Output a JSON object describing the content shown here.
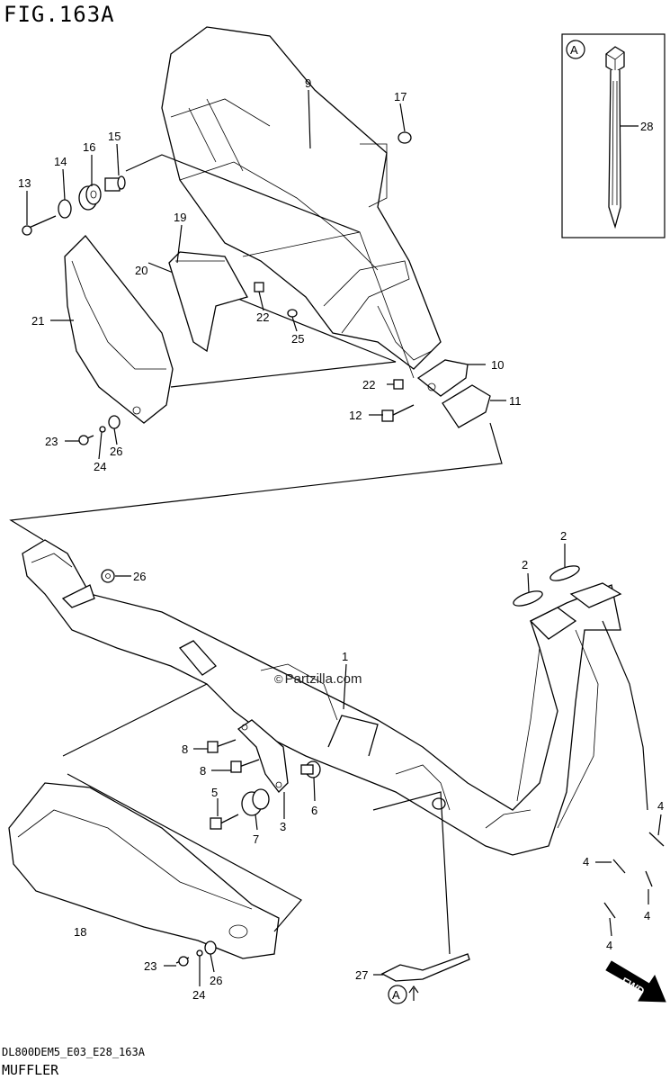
{
  "figure": {
    "title": "FIG.163A",
    "code": "DL800DEM5_E03_E28_163A",
    "name": "MUFFLER",
    "watermark": "Partzilla.com",
    "watermark_symbol": "©"
  },
  "inset": {
    "marker": "A",
    "part": "28"
  },
  "callouts": {
    "c1": "1",
    "c2a": "2",
    "c2b": "2",
    "c3": "3",
    "c4a": "4",
    "c4b": "4",
    "c4c": "4",
    "c4d": "4",
    "c5": "5",
    "c6": "6",
    "c7": "7",
    "c8a": "8",
    "c8b": "8",
    "c9": "9",
    "c10": "10",
    "c11": "11",
    "c12": "12",
    "c13": "13",
    "c14": "14",
    "c15": "15",
    "c16": "16",
    "c17": "17",
    "c18": "18",
    "c19": "19",
    "c20": "20",
    "c21": "21",
    "c22a": "22",
    "c22b": "22",
    "c23a": "23",
    "c23b": "23",
    "c24a": "24",
    "c24b": "24",
    "c25": "25",
    "c26a": "26",
    "c26b": "26",
    "c26c": "26",
    "c27": "27"
  },
  "ref_marker": "A",
  "fwd_label": "FWD"
}
